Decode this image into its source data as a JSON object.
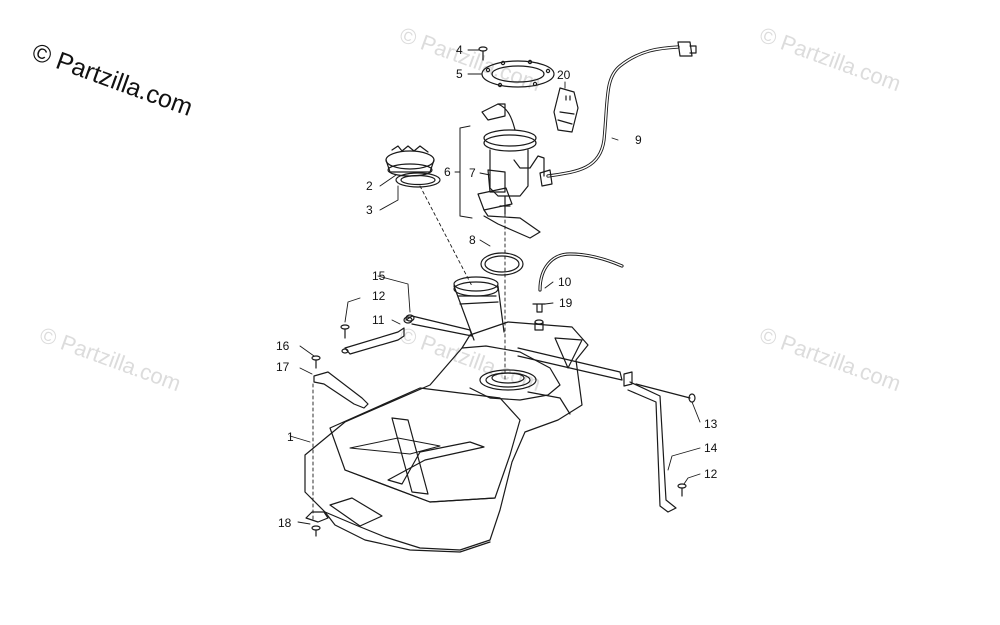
{
  "brand": {
    "copyright": "©",
    "name": "Partzilla.com"
  },
  "watermark": {
    "text": "© Partzilla.com"
  },
  "callouts": {
    "c1": "1",
    "c2": "2",
    "c3": "3",
    "c4": "4",
    "c5": "5",
    "c6": "6",
    "c7": "7",
    "c8": "8",
    "c9": "9",
    "c10": "10",
    "c11": "11",
    "c12a": "12",
    "c12b": "12",
    "c13": "13",
    "c14": "14",
    "c15": "15",
    "c16": "16",
    "c17": "17",
    "c18": "18",
    "c19": "19",
    "c20": "20"
  },
  "colors": {
    "line": "#1a1a1a",
    "watermark": "#dcdcdc",
    "background": "#ffffff"
  }
}
